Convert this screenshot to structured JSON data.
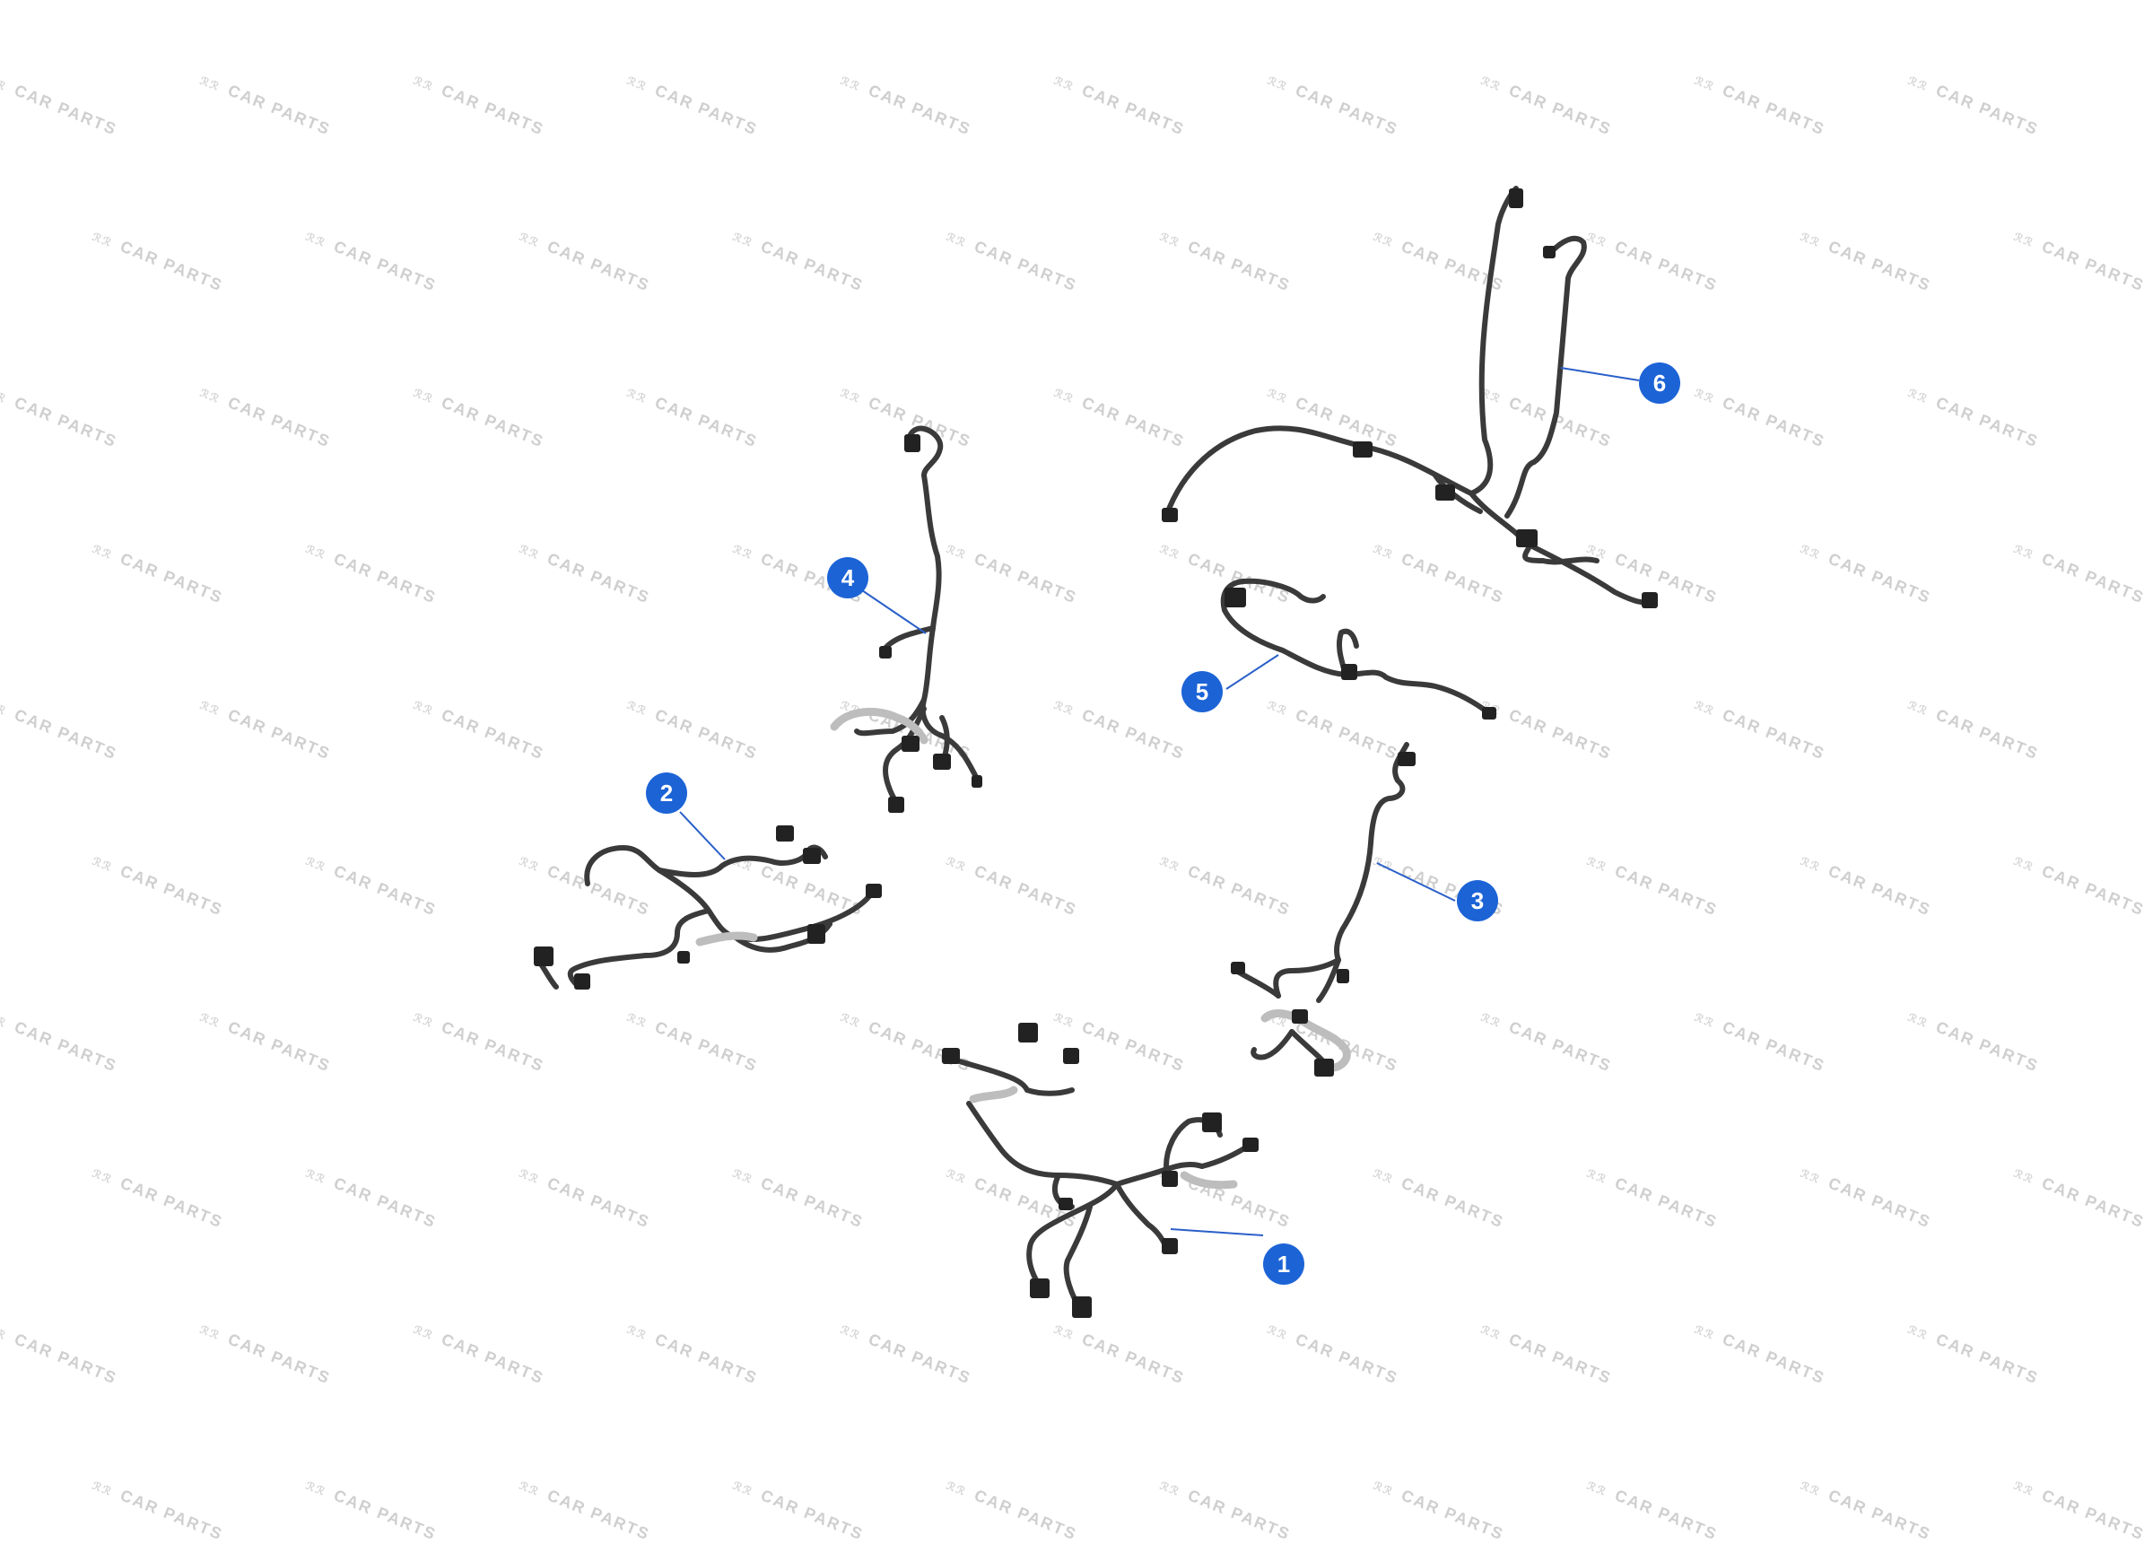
{
  "watermark": {
    "text": "CAR PARTS",
    "mark": "ℛℛ"
  },
  "callouts": [
    {
      "id": "1",
      "label": "1"
    },
    {
      "id": "2",
      "label": "2"
    },
    {
      "id": "3",
      "label": "3"
    },
    {
      "id": "4",
      "label": "4"
    },
    {
      "id": "5",
      "label": "5"
    },
    {
      "id": "6",
      "label": "6"
    }
  ],
  "colors": {
    "callout": "#1c63d6",
    "leader": "#2a5fc9",
    "wire": "#3a3a3a",
    "connector": "#222222"
  }
}
